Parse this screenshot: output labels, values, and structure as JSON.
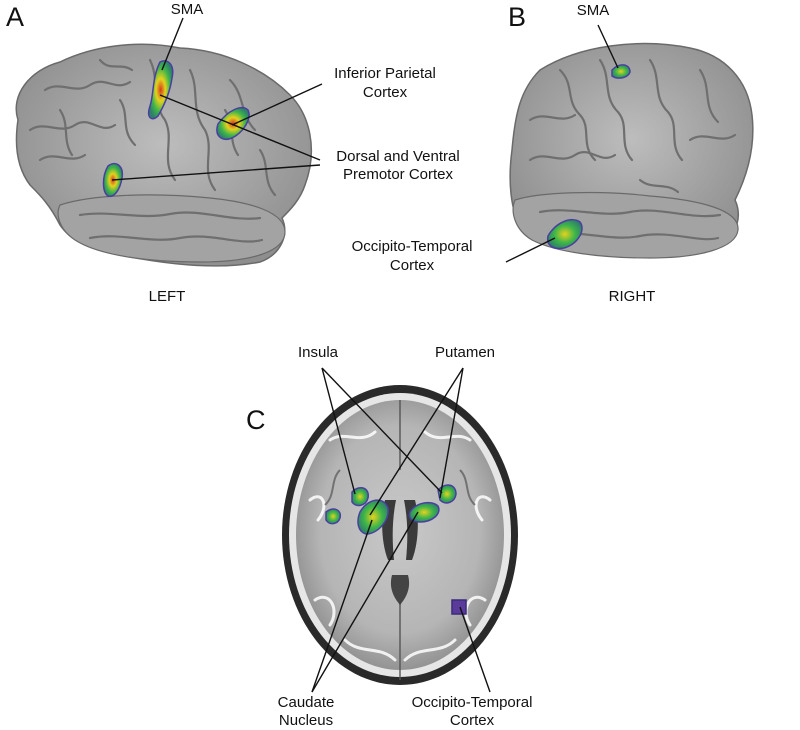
{
  "panels": {
    "A": {
      "letter": "A",
      "side": "LEFT"
    },
    "B": {
      "letter": "B",
      "side": "RIGHT"
    },
    "C": {
      "letter": "C"
    }
  },
  "labels": {
    "sma_a": "SMA",
    "sma_b": "SMA",
    "inferior_parietal_line1": "Inferior Parietal",
    "inferior_parietal_line2": "Cortex",
    "premotor_line1": "Dorsal and Ventral",
    "premotor_line2": "Premotor Cortex",
    "occ_temp_b_line1": "Occipito-Temporal",
    "occ_temp_b_line2": "Cortex",
    "insula": "Insula",
    "putamen": "Putamen",
    "caudate_line1": "Caudate",
    "caudate_line2": "Nucleus",
    "occ_temp_c_line1": "Occipito-Temporal",
    "occ_temp_c_line2": "Cortex"
  },
  "colors": {
    "brain_surface": "#9a9a9a",
    "sulci": "#6f6f6f",
    "activation_outer": "#4a3fa0",
    "activation_mid": "#3db54a",
    "activation_inner": "#e3d21e",
    "activation_core": "#c0392b",
    "leader_line": "#111111"
  }
}
